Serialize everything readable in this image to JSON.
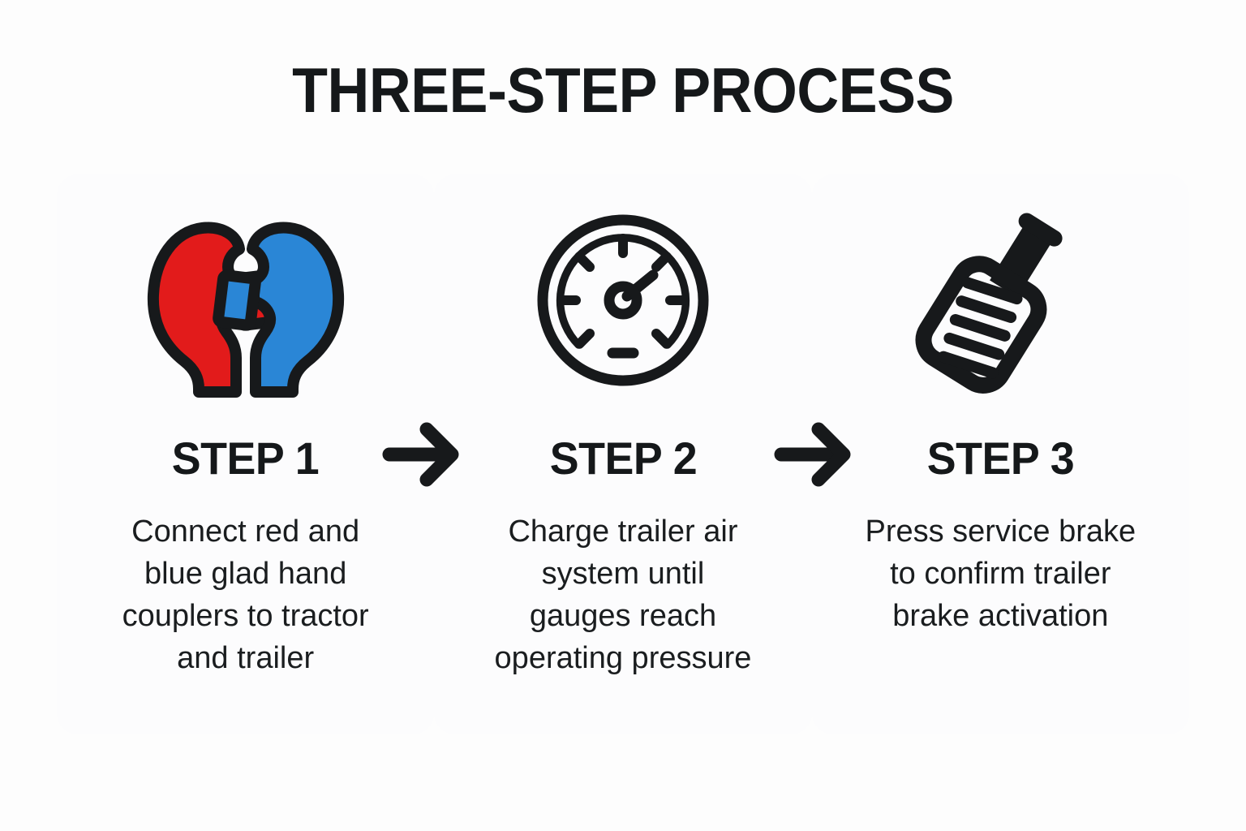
{
  "page": {
    "title": "THREE-STEP PROCESS",
    "background_color": "#FDFDFD",
    "card_color": "#FCFCFD",
    "text_color": "#15181A",
    "accent_red": "#E21B1B",
    "accent_blue": "#2A86D6",
    "outline_color": "#17191B"
  },
  "arrows": [
    {
      "name": "arrow-step1-to-step2",
      "glyph": "arrow-right-icon"
    },
    {
      "name": "arrow-step2-to-step3",
      "glyph": "arrow-right-icon"
    }
  ],
  "steps": [
    {
      "label": "STEP 1",
      "description": "Connect red and\nblue glad hand\ncouplers to tractor\nand trailer",
      "icon": "glad-hand-couplers-icon",
      "icon_colors": [
        "#E21B1B",
        "#2A86D6"
      ]
    },
    {
      "label": "STEP 2",
      "description": "Charge trailer air\nsystem until\ngauges reach\noperating pressure",
      "icon": "pressure-gauge-icon",
      "icon_colors": [
        "#17191B"
      ]
    },
    {
      "label": "STEP 3",
      "description": "Press service brake\nto confirm trailer\nbrake activation",
      "icon": "brake-pedal-icon",
      "icon_colors": [
        "#17191B"
      ]
    }
  ]
}
